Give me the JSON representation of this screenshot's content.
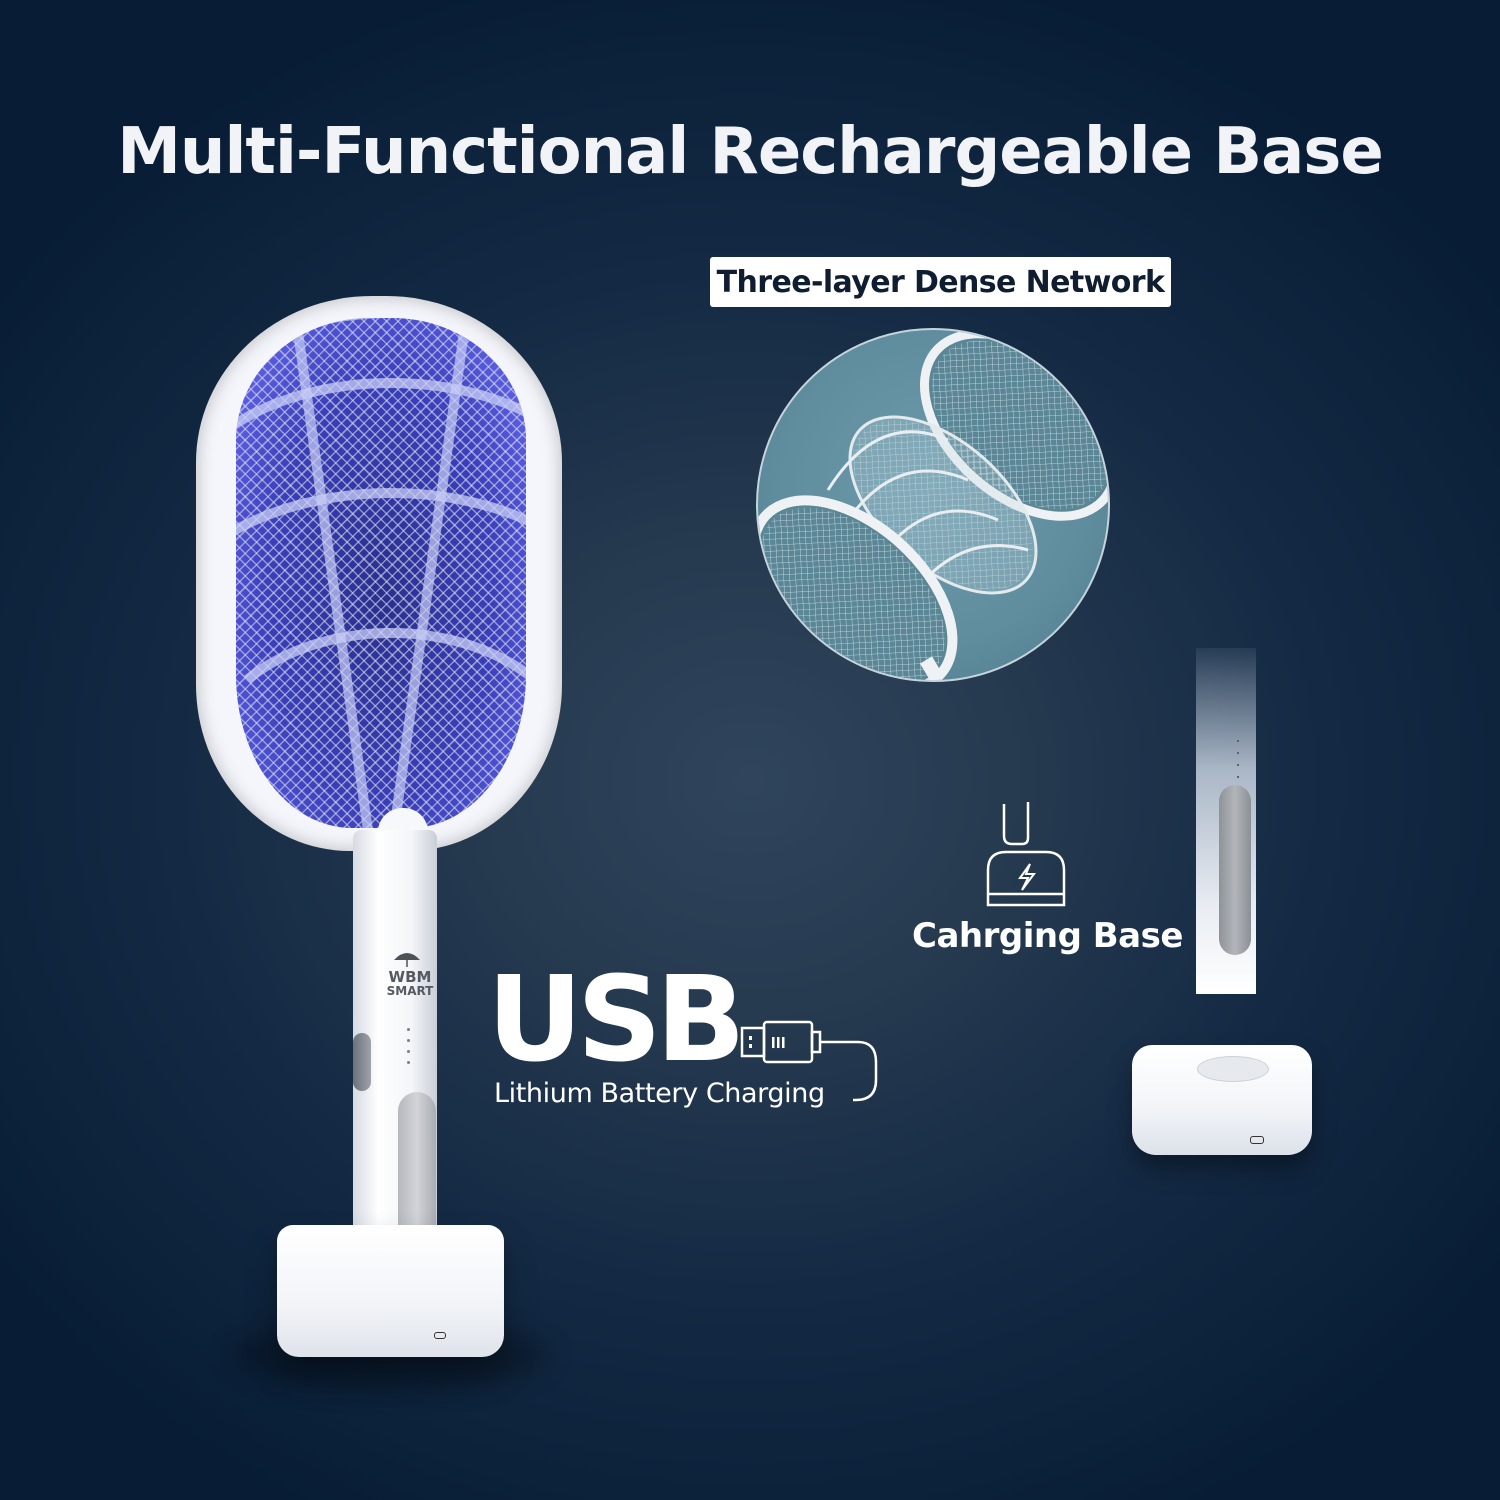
{
  "header": {
    "title": "Multi-Functional Rechargeable Base"
  },
  "features": {
    "mesh_badge": "Three-layer Dense Network",
    "usb": {
      "headline": "USB",
      "subtitle": "Lithium Battery Charging",
      "icon": "usb-cable-icon"
    },
    "charging_base": {
      "label": "Cahrging Base",
      "icon": "charging-base-icon"
    }
  },
  "product": {
    "brand_line1": "WBM",
    "brand_line2": "SMART",
    "brand_icon": "umbrella-icon",
    "images": [
      "racket-on-base",
      "three-layer-mesh-closeup",
      "handle-and-charging-base"
    ]
  },
  "colors": {
    "background_edge": "#081d35",
    "background_center": "#30455c",
    "text": "#ffffff",
    "badge_bg": "#ffffff",
    "badge_text": "#0f1d30",
    "mesh_glow": "#3b3fb8",
    "closeup_teal": "#5f8d9e"
  }
}
